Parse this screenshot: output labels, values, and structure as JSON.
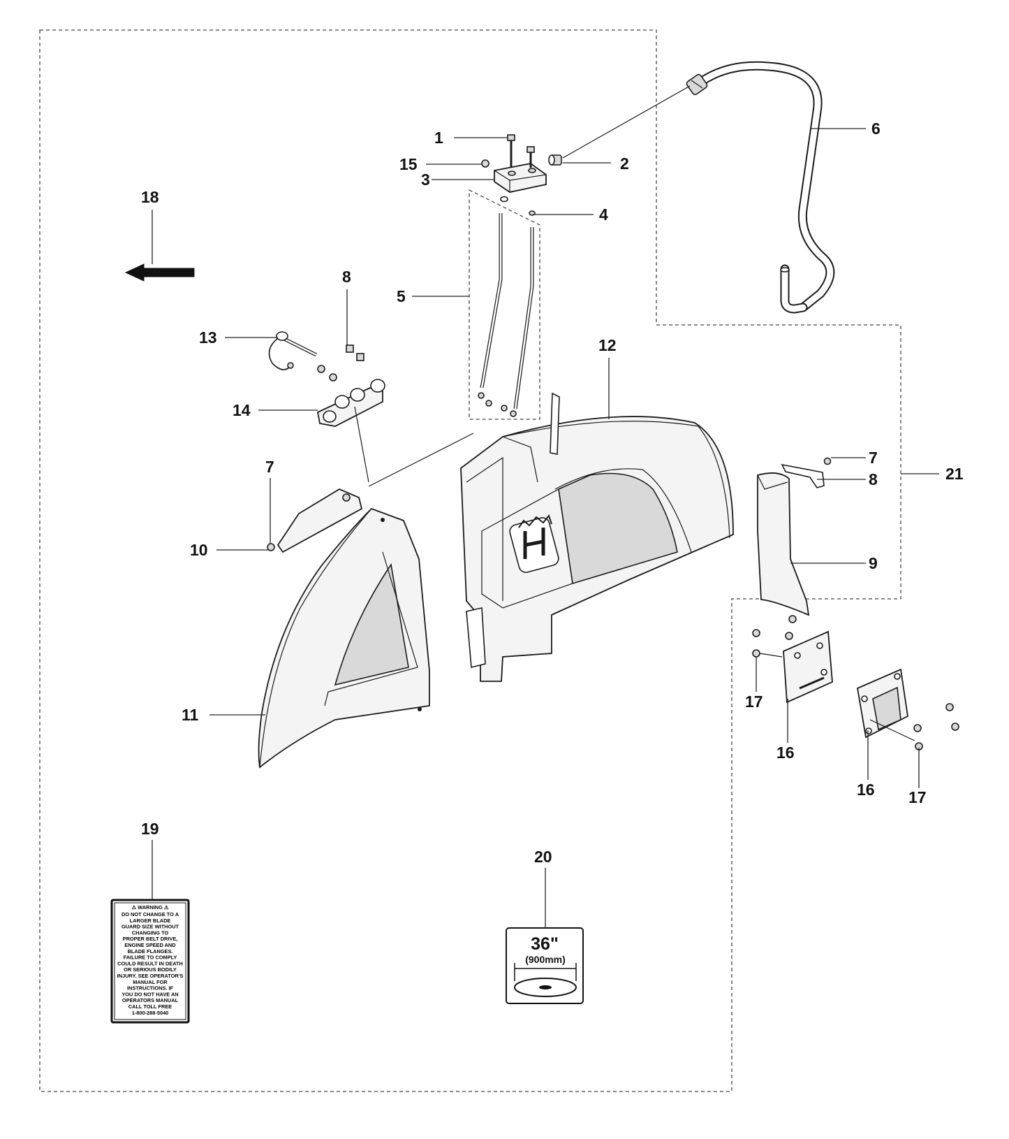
{
  "callouts": [
    {
      "id": "c1",
      "text": "1"
    },
    {
      "id": "c2",
      "text": "2"
    },
    {
      "id": "c3",
      "text": "3"
    },
    {
      "id": "c4",
      "text": "4"
    },
    {
      "id": "c5",
      "text": "5"
    },
    {
      "id": "c6",
      "text": "6"
    },
    {
      "id": "c7a",
      "text": "7"
    },
    {
      "id": "c7b",
      "text": "7"
    },
    {
      "id": "c8a",
      "text": "8"
    },
    {
      "id": "c8b",
      "text": "8"
    },
    {
      "id": "c9",
      "text": "9"
    },
    {
      "id": "c10",
      "text": "10"
    },
    {
      "id": "c11",
      "text": "11"
    },
    {
      "id": "c12",
      "text": "12"
    },
    {
      "id": "c13",
      "text": "13"
    },
    {
      "id": "c14",
      "text": "14"
    },
    {
      "id": "c15",
      "text": "15"
    },
    {
      "id": "c16a",
      "text": "16"
    },
    {
      "id": "c16b",
      "text": "16"
    },
    {
      "id": "c17a",
      "text": "17"
    },
    {
      "id": "c17b",
      "text": "17"
    },
    {
      "id": "c18",
      "text": "18"
    },
    {
      "id": "c19",
      "text": "19"
    },
    {
      "id": "c20",
      "text": "20"
    },
    {
      "id": "c21",
      "text": "21"
    }
  ],
  "warning_decal": {
    "header": "⚠ WARNING ⚠",
    "lines": [
      "DO NOT CHANGE TO A",
      "LARGER BLADE",
      "GUARD SIZE WITHOUT",
      "CHANGING TO",
      "PROPER BELT DRIVE,",
      "ENGINE SPEED AND",
      "BLADE FLANGES.",
      "FAILURE TO COMPLY",
      "COULD RESULT IN DEATH",
      "OR SERIOUS BODILY",
      "INJURY. SEE OPERATOR'S",
      "MANUAL FOR",
      "INSTRUCTIONS. IF",
      "YOU DO NOT HAVE AN",
      "OPERATORS MANUAL",
      "CALL TOLL FREE",
      "1-800-288-5040"
    ]
  },
  "size_decal": {
    "size_in": "36\"",
    "size_mm": "(900mm)"
  }
}
